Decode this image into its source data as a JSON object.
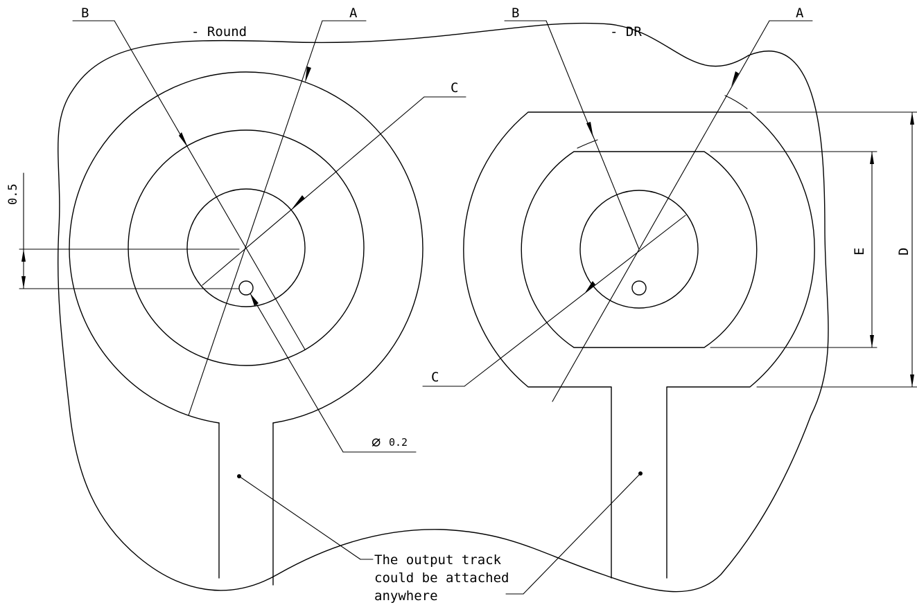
{
  "round_pad": {
    "title": "- Round",
    "label_a": "A",
    "label_b": "B",
    "label_c": "C",
    "hole_dim_symbol": "∅",
    "hole_dim_value": "0.2",
    "offset_dim": "0.5"
  },
  "dr_pad": {
    "title": "- DR",
    "label_a": "A",
    "label_b": "B",
    "label_c": "C",
    "dim_e": "E",
    "dim_d": "D"
  },
  "note": {
    "line1": "The output track",
    "line2": "could be attached",
    "line3": "anywhere"
  }
}
